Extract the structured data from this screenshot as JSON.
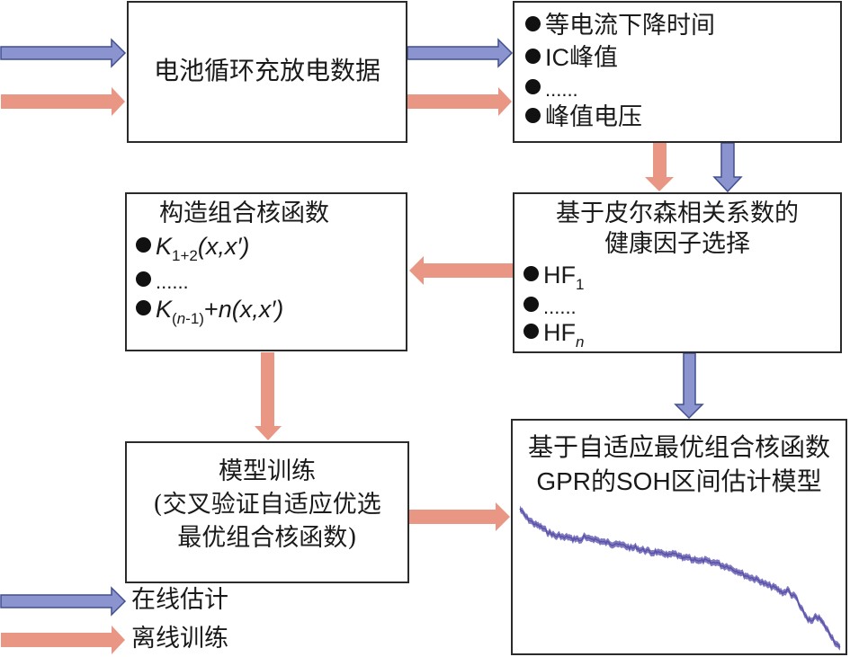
{
  "colors": {
    "online_arrow_fill": "#8b94cf",
    "online_arrow_stroke": "#3f4f8f",
    "offline_arrow_fill": "#e99684",
    "box_border": "#2b2b2b",
    "curve": "#6b63b5"
  },
  "boxes": {
    "data": {
      "label": "电池循环充放电数据"
    },
    "features": {
      "items": [
        {
          "text": "等电流下降时间"
        },
        {
          "text": "IC峰值"
        },
        {
          "text": "......"
        },
        {
          "text": "峰值电压"
        }
      ]
    },
    "pearson": {
      "title_line1": "基于皮尔森相关系数的",
      "title_line2": "健康因子选择",
      "items": [
        {
          "main": "HF",
          "sub": "1"
        },
        {
          "main": "......"
        },
        {
          "main": "HF",
          "sub": "n"
        }
      ]
    },
    "kernel": {
      "title": "构造组合核函数",
      "items": [
        {
          "K": "K",
          "sub": "1+2",
          "args": "(x,x′)"
        },
        {
          "text": "......"
        },
        {
          "K": "K",
          "sub_open": "(",
          "sub_n": "n",
          "sub_rest": "-1)",
          "plus": "+",
          "n": "n",
          "args": "(x,x′)"
        }
      ]
    },
    "training": {
      "line1": "模型训练",
      "line2": "(交叉验证自适应优选",
      "line3": "最优组合核函数)"
    },
    "gpr": {
      "line1": "基于自适应最优组合核函数",
      "line2": "GPR的SOH区间估计模型"
    }
  },
  "legend": {
    "online": "在线估计",
    "offline": "离线训练"
  },
  "soh_curve": {
    "description": "SOH interval estimate curve (normalized, 1 = top of plot area, 0 = bottom)",
    "values": [
      0.97,
      0.93,
      0.9,
      0.88,
      0.86,
      0.85,
      0.83,
      0.81,
      0.8,
      0.78,
      0.79,
      0.77,
      0.78,
      0.76,
      0.77,
      0.75,
      0.78,
      0.76,
      0.77,
      0.76,
      0.75,
      0.74,
      0.74,
      0.73,
      0.74,
      0.72,
      0.72,
      0.71,
      0.7,
      0.71,
      0.69,
      0.69,
      0.68,
      0.67,
      0.68,
      0.66,
      0.67,
      0.65,
      0.66,
      0.66,
      0.64,
      0.63,
      0.64,
      0.62,
      0.63,
      0.61,
      0.62,
      0.61,
      0.6,
      0.61,
      0.59,
      0.58,
      0.58,
      0.56,
      0.55,
      0.54,
      0.52,
      0.51,
      0.5,
      0.49,
      0.48,
      0.46,
      0.45,
      0.44,
      0.43,
      0.41,
      0.4,
      0.42,
      0.38,
      0.37,
      0.3,
      0.26,
      0.22,
      0.2,
      0.24,
      0.22,
      0.18,
      0.14,
      0.1,
      0.05,
      0.02
    ]
  }
}
